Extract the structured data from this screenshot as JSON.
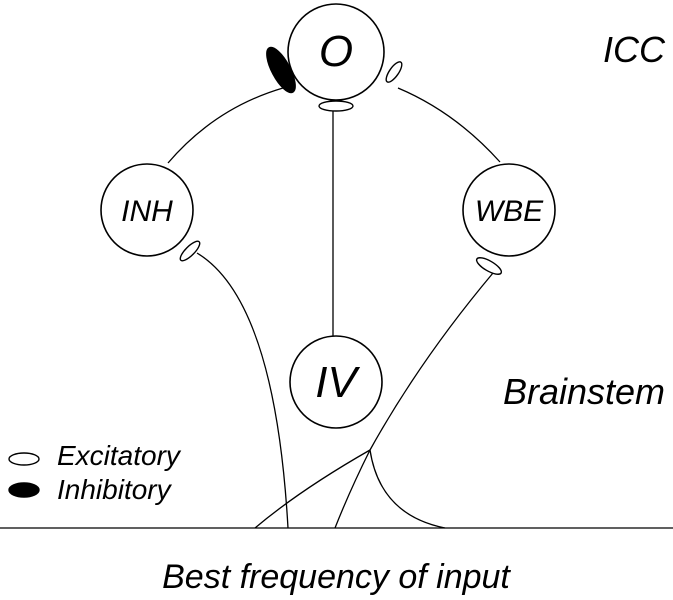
{
  "nodes": {
    "o": "O",
    "inh": "INH",
    "wbe": "WBE",
    "iv": "IV"
  },
  "regions": {
    "icc": "ICC",
    "brainstem": "Brainstem"
  },
  "legend": {
    "excitatory": "Excitatory",
    "inhibitory": "Inhibitory"
  },
  "axis": {
    "label": "Best frequency of input"
  }
}
